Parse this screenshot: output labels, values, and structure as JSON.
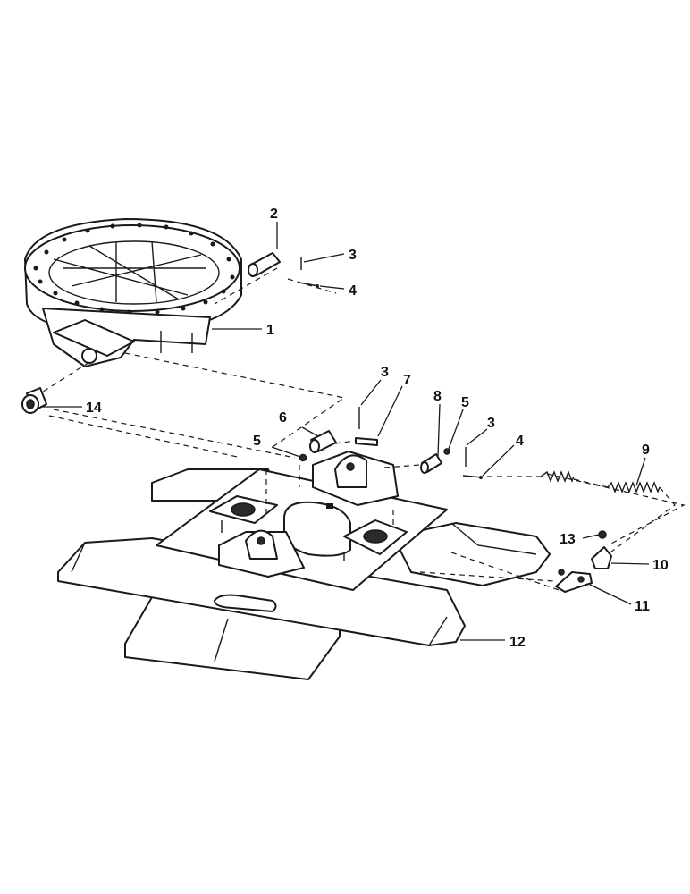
{
  "diagram": {
    "type": "exploded-parts-view",
    "callouts": [
      {
        "id": "c2",
        "label": "2"
      },
      {
        "id": "c3a",
        "label": "3"
      },
      {
        "id": "c4a",
        "label": "4"
      },
      {
        "id": "c1",
        "label": "1"
      },
      {
        "id": "c14",
        "label": "14"
      },
      {
        "id": "c3b",
        "label": "3"
      },
      {
        "id": "c7",
        "label": "7"
      },
      {
        "id": "c6",
        "label": "6"
      },
      {
        "id": "c8",
        "label": "8"
      },
      {
        "id": "c5a",
        "label": "5"
      },
      {
        "id": "c5b",
        "label": "5"
      },
      {
        "id": "c3c",
        "label": "3"
      },
      {
        "id": "c4b",
        "label": "4"
      },
      {
        "id": "c9",
        "label": "9"
      },
      {
        "id": "c13",
        "label": "13"
      },
      {
        "id": "c10",
        "label": "10"
      },
      {
        "id": "c11",
        "label": "11"
      },
      {
        "id": "c12",
        "label": "12"
      }
    ]
  }
}
